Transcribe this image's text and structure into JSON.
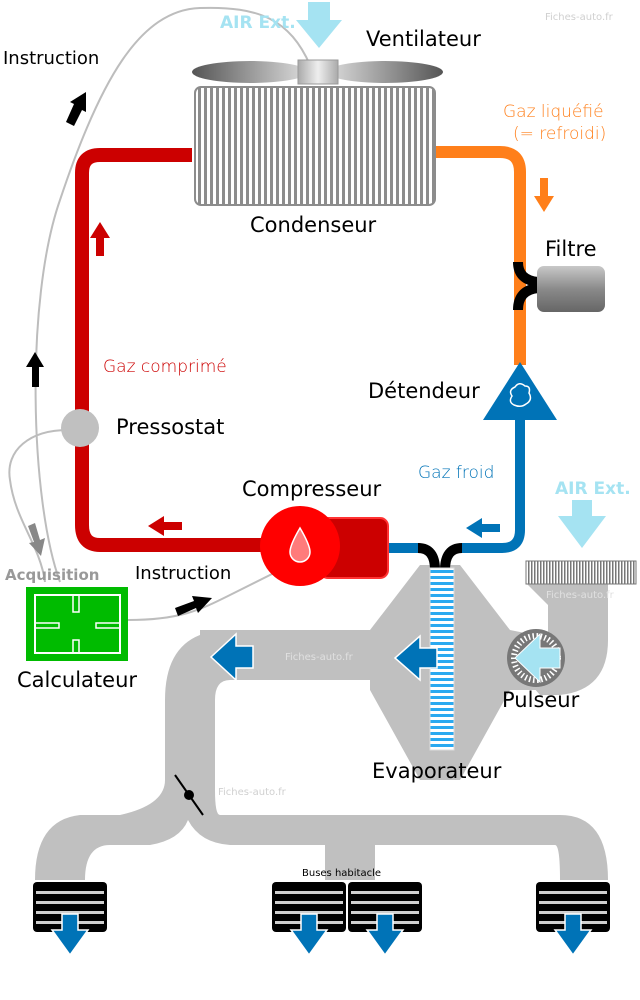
{
  "title": "Circuit de climatisation automobile",
  "colors": {
    "hot_gas": "#cc0000",
    "liquid_gas": "#ff7f1a",
    "cold_gas": "#0073b7",
    "air": "#a5e3f2",
    "duct": "#c0c0c0",
    "ecu": "#00bb00",
    "compressor": "#ff0000"
  },
  "watermark": "Fiches-auto.fr",
  "labels": {
    "ventilateur": "Ventilateur",
    "air_ext_top": "AIR Ext.",
    "air_ext_right": "AIR Ext.",
    "condenseur": "Condenseur",
    "gaz_liquefie_line1": "Gaz liquéfié",
    "gaz_liquefie_line2": "(= refroidi)",
    "filtre": "Filtre",
    "detendeur": "Détendeur",
    "gaz_froid": "Gaz froid",
    "gaz_comprime": "Gaz comprimé",
    "pressostat": "Pressostat",
    "compresseur": "Compresseur",
    "instruction_top": "Instruction",
    "instruction_bottom": "Instruction",
    "acquisition": "Acquisition",
    "calculateur": "Calculateur",
    "pulseur": "Pulseur",
    "evaporateur": "Evaporateur",
    "buses_habitacle": "Buses habitacle"
  },
  "flow": {
    "sequence": [
      "Compresseur",
      "Pressostat",
      "Condenseur",
      "Filtre",
      "Détendeur",
      "Evaporateur",
      "Compresseur"
    ],
    "outlets_count": 4
  }
}
